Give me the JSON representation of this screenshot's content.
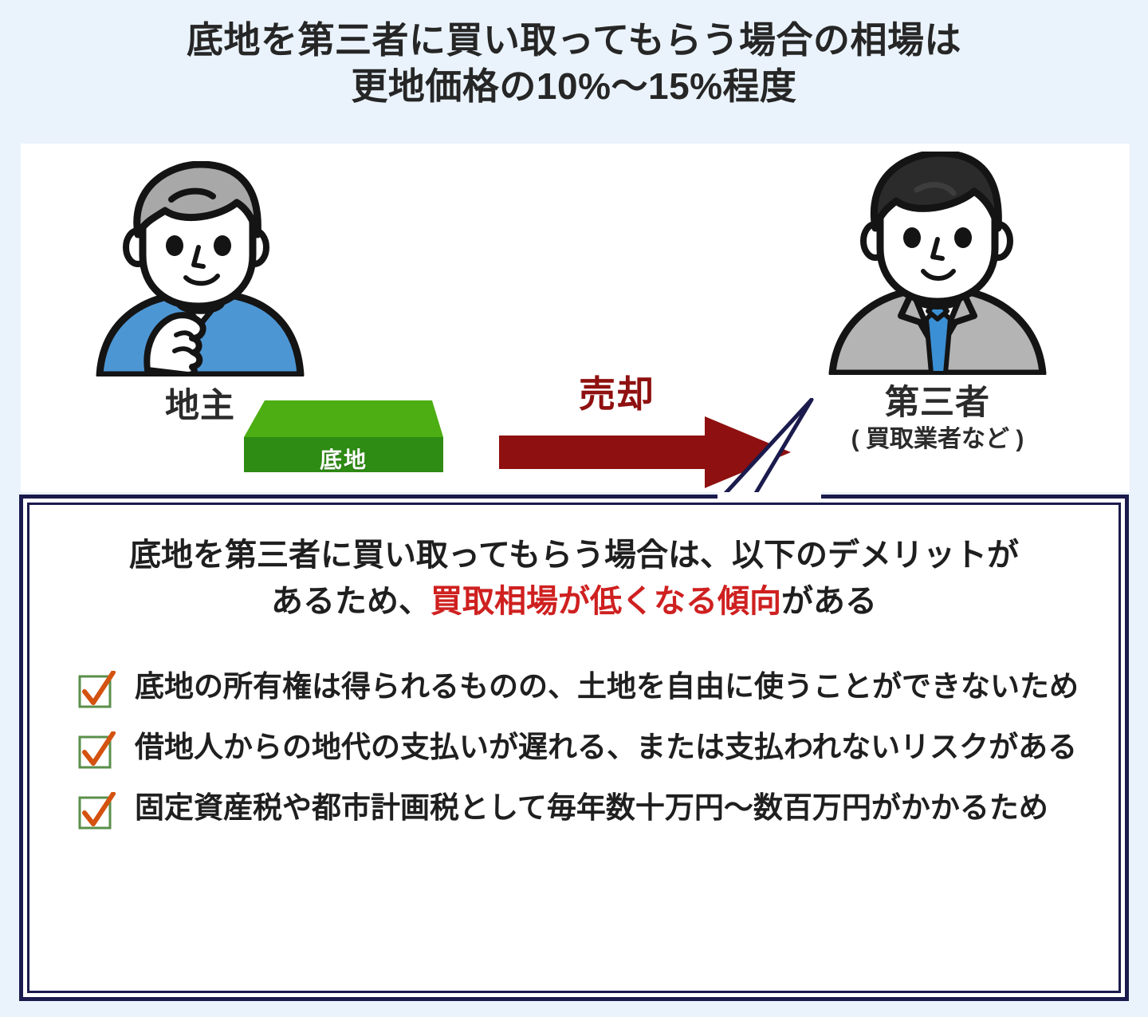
{
  "page": {
    "background_color": "#eaf3fc",
    "title_lines": [
      "底地を第三者に買い取ってもらう場合の相場は",
      "更地価格の10%～15%程度"
    ]
  },
  "diagram": {
    "landowner": {
      "label": "地主",
      "icon": "landowner-person-icon",
      "hair_color": "#a8a8a8",
      "shirt_color": "#4d96d4"
    },
    "land_slab": {
      "label": "底地",
      "top_color": "#4cae12",
      "front_color": "#2e8b13"
    },
    "arrow": {
      "label": "売却",
      "color": "#8f1010",
      "label_outline_color": "#ffffff"
    },
    "third_party": {
      "label": "第三者",
      "sublabel": "( 買取業者など )",
      "icon": "businessman-person-icon",
      "hair_color": "#2b2b2b",
      "suit_color": "#b4b4b4",
      "tie_color": "#3b8fd4"
    }
  },
  "callout": {
    "border_color": "#1b1b4d",
    "heading": {
      "before": "底地を第三者に買い取ってもらう場合は、以下のデメリットが",
      "line2_before": "あるため、",
      "highlight": "買取相場が低くなる傾向",
      "after": "がある",
      "highlight_color": "#cf2020"
    },
    "checkbox_icon": {
      "name": "checkbox-checked-icon",
      "box_color": "#5a8f4a",
      "check_color": "#d4520f"
    },
    "items": [
      "底地の所有権は得られるものの、土地を自由に使うことができないため",
      "借地人からの地代の支払いが遅れる、または支払われないリスクがある",
      "固定資産税や都市計画税として毎年数十万円～数百万円がかかるため"
    ]
  }
}
